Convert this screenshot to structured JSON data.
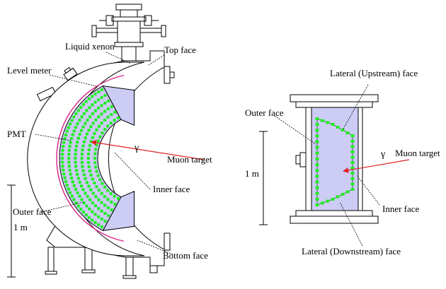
{
  "colors": {
    "xenon_fill": "#ccccf5",
    "pmt_green": "#22ee22",
    "muon_red": "#dd2222",
    "pink": "#dd2288",
    "line": "#000000"
  },
  "left": {
    "labels": {
      "liquid_xenon": "Liquid xenon",
      "level_meter": "Level meter",
      "top_face": "Top face",
      "pmt": "PMT",
      "gamma": "γ",
      "muon_target": "Muon target",
      "inner_face": "Inner face",
      "outer_face": "Outer face",
      "scale": "1 m",
      "bottom_face": "Bottom face"
    }
  },
  "right": {
    "labels": {
      "lateral_upstream": "Lateral (Upstream) face",
      "outer_face": "Outer face",
      "gamma": "γ",
      "muon_target": "Muon target",
      "scale": "1 m",
      "inner_face": "Inner face",
      "lateral_downstream": "Lateral (Downstream) face"
    }
  }
}
